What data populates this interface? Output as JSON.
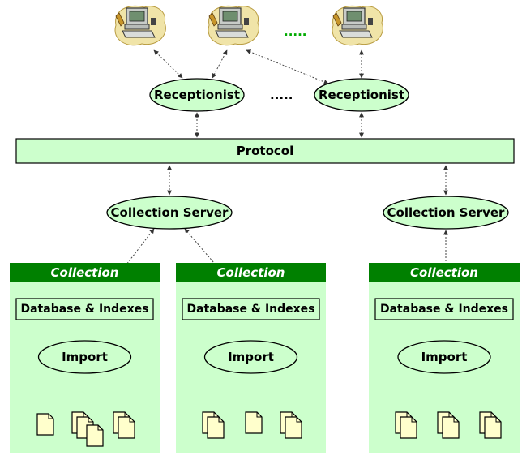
{
  "diagram": {
    "client_ellipsis": ".....",
    "receptionist_ellipsis": ".....",
    "receptionists": [
      {
        "label": "Receptionist"
      },
      {
        "label": "Receptionist"
      }
    ],
    "protocol": {
      "label": "Protocol"
    },
    "collection_servers": [
      {
        "label": "Collection Server"
      },
      {
        "label": "Collection Server"
      }
    ],
    "collections": [
      {
        "title": "Collection",
        "database_label": "Database & Indexes",
        "import_label": "Import"
      },
      {
        "title": "Collection",
        "database_label": "Database & Indexes",
        "import_label": "Import"
      },
      {
        "title": "Collection",
        "database_label": "Database & Indexes",
        "import_label": "Import"
      }
    ],
    "client_icon": "computer-terminal-icon",
    "document_icon": "document-icon",
    "colors": {
      "node_fill": "#ccffcc",
      "collection_panel": "#ccffcc",
      "collection_header": "#008000",
      "header_text": "#ffffff",
      "client_blob": "#f0e4a8",
      "document_fill": "#ffffcc",
      "ellipsis_green": "#00aa00"
    }
  }
}
